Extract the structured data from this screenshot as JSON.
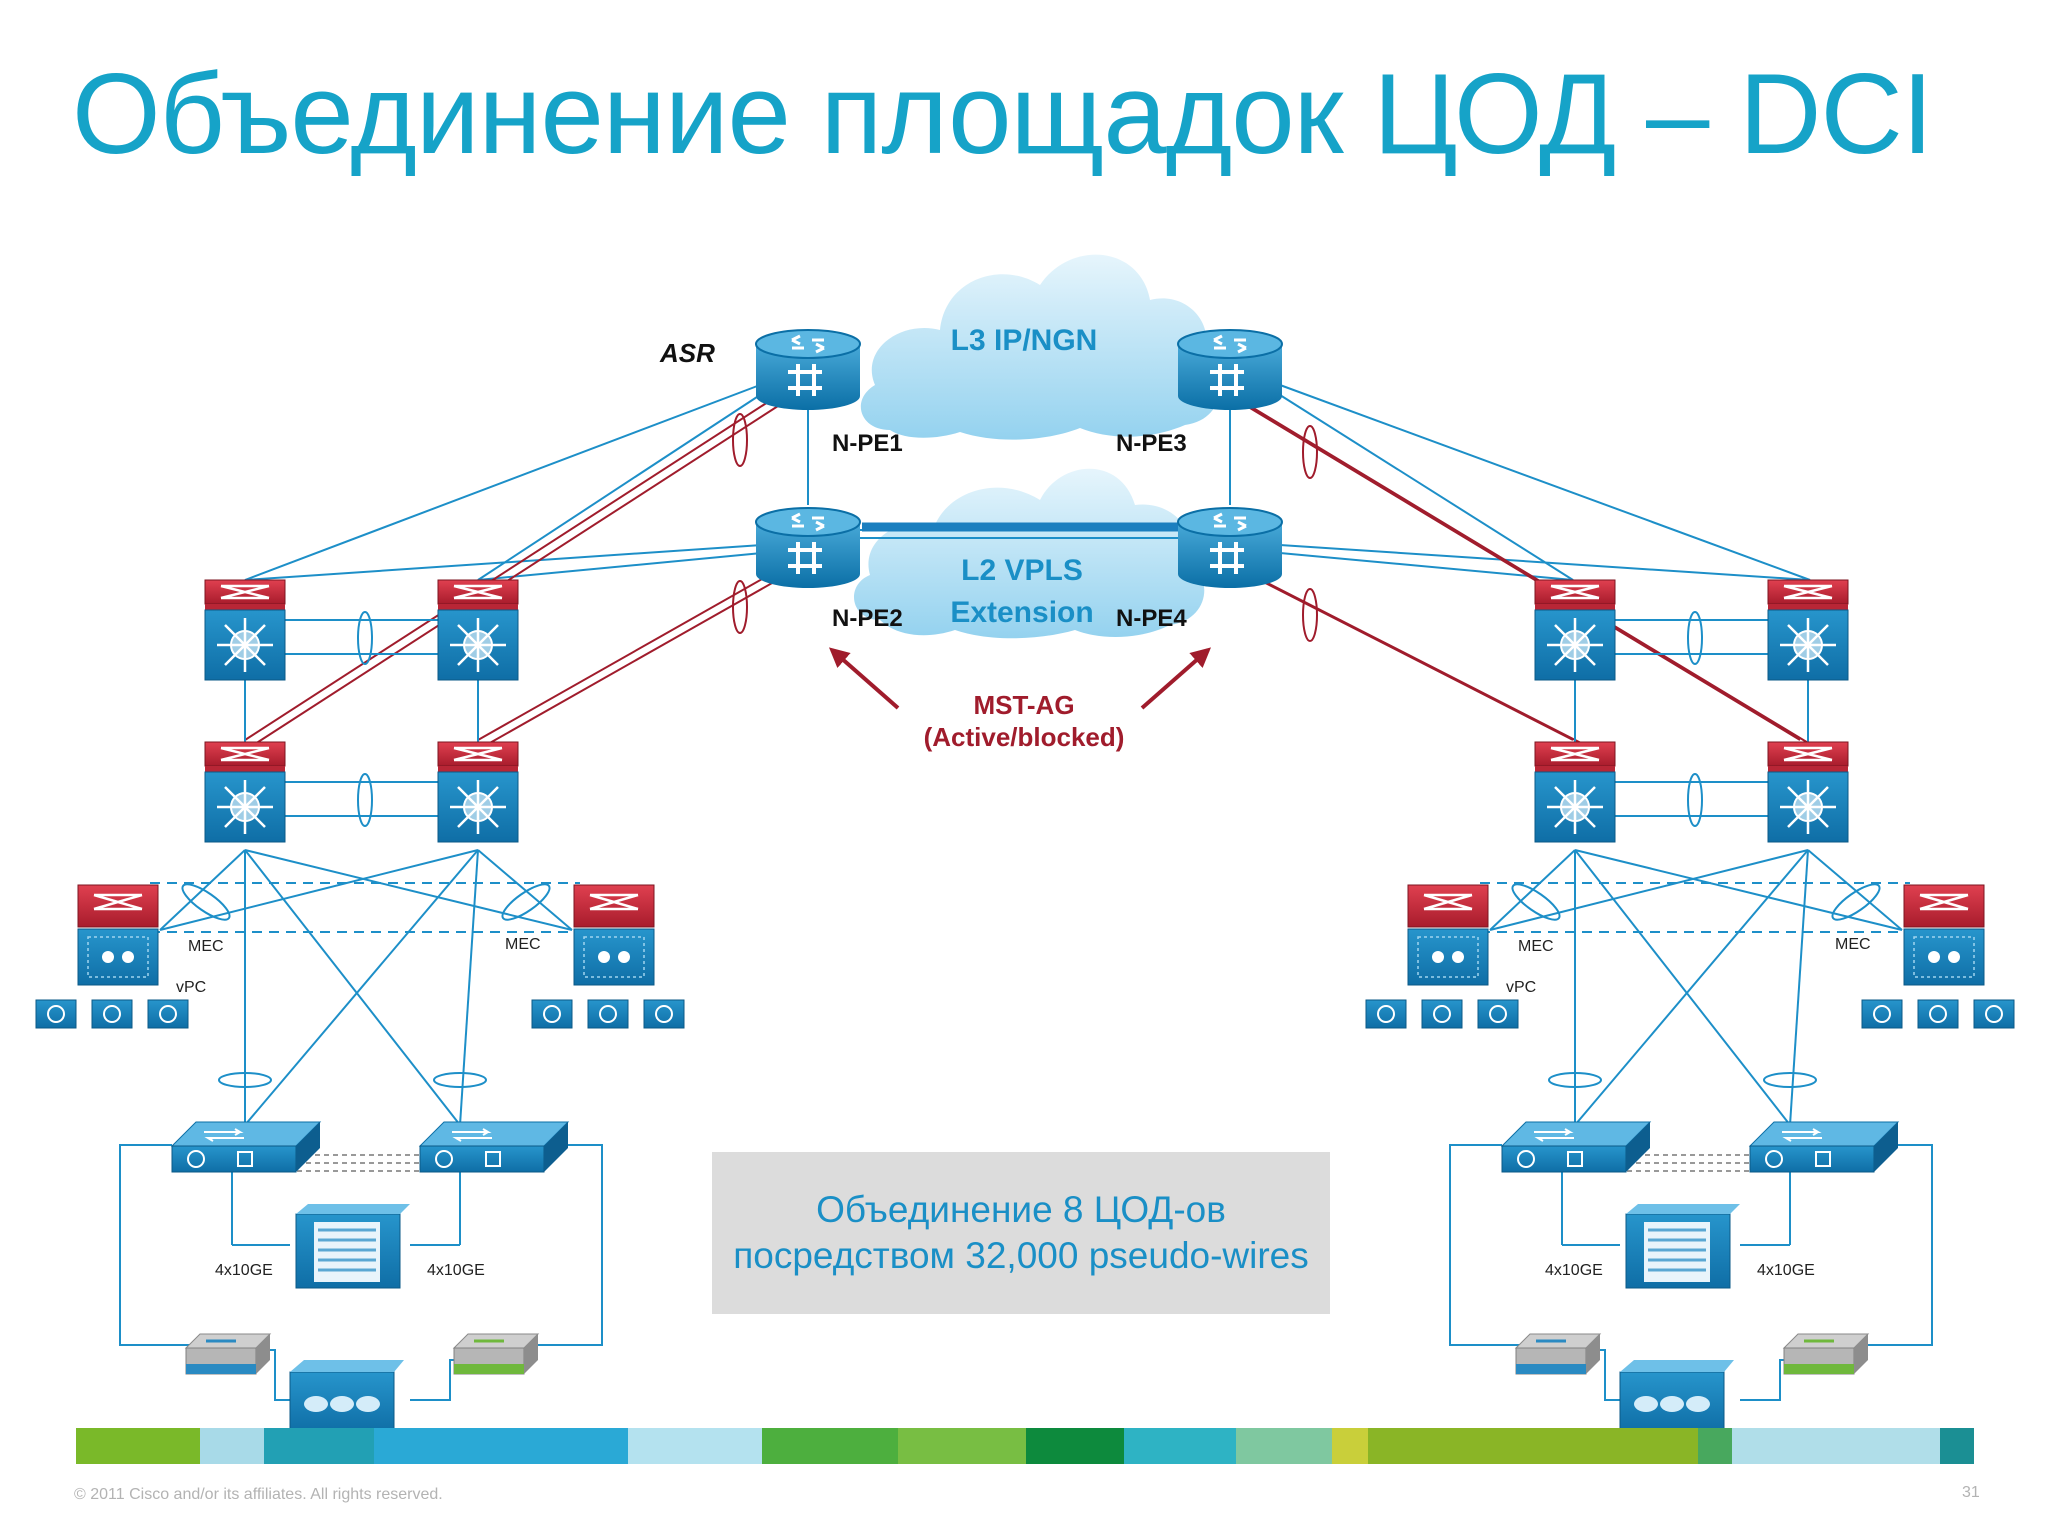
{
  "title": "Объединение площадок ЦОД – DCI",
  "clouds": {
    "l3": "L3 IP/NGN",
    "l2_line1": "L2 VPLS",
    "l2_line2": "Extension"
  },
  "labels": {
    "asr": "ASR",
    "npe1": "N-PE1",
    "npe2": "N-PE2",
    "npe3": "N-PE3",
    "npe4": "N-PE4",
    "mst_line1": "MST-AG",
    "mst_line2": "(Active/blocked)",
    "mec": "MEC",
    "vpc": "vPC",
    "link": "4x10GE"
  },
  "note": "Объединение 8 ЦОД-ов посредством 32,000 pseudo-wires",
  "footer": "© 2011 Cisco and/or its affiliates. All rights reserved.",
  "page_number": "31",
  "colors": {
    "title": "#16a3c8",
    "link": "#1d8fc8",
    "red_link": "#a01c2c",
    "note_text": "#1a8fc6",
    "note_bg": "#dcdcdc"
  }
}
